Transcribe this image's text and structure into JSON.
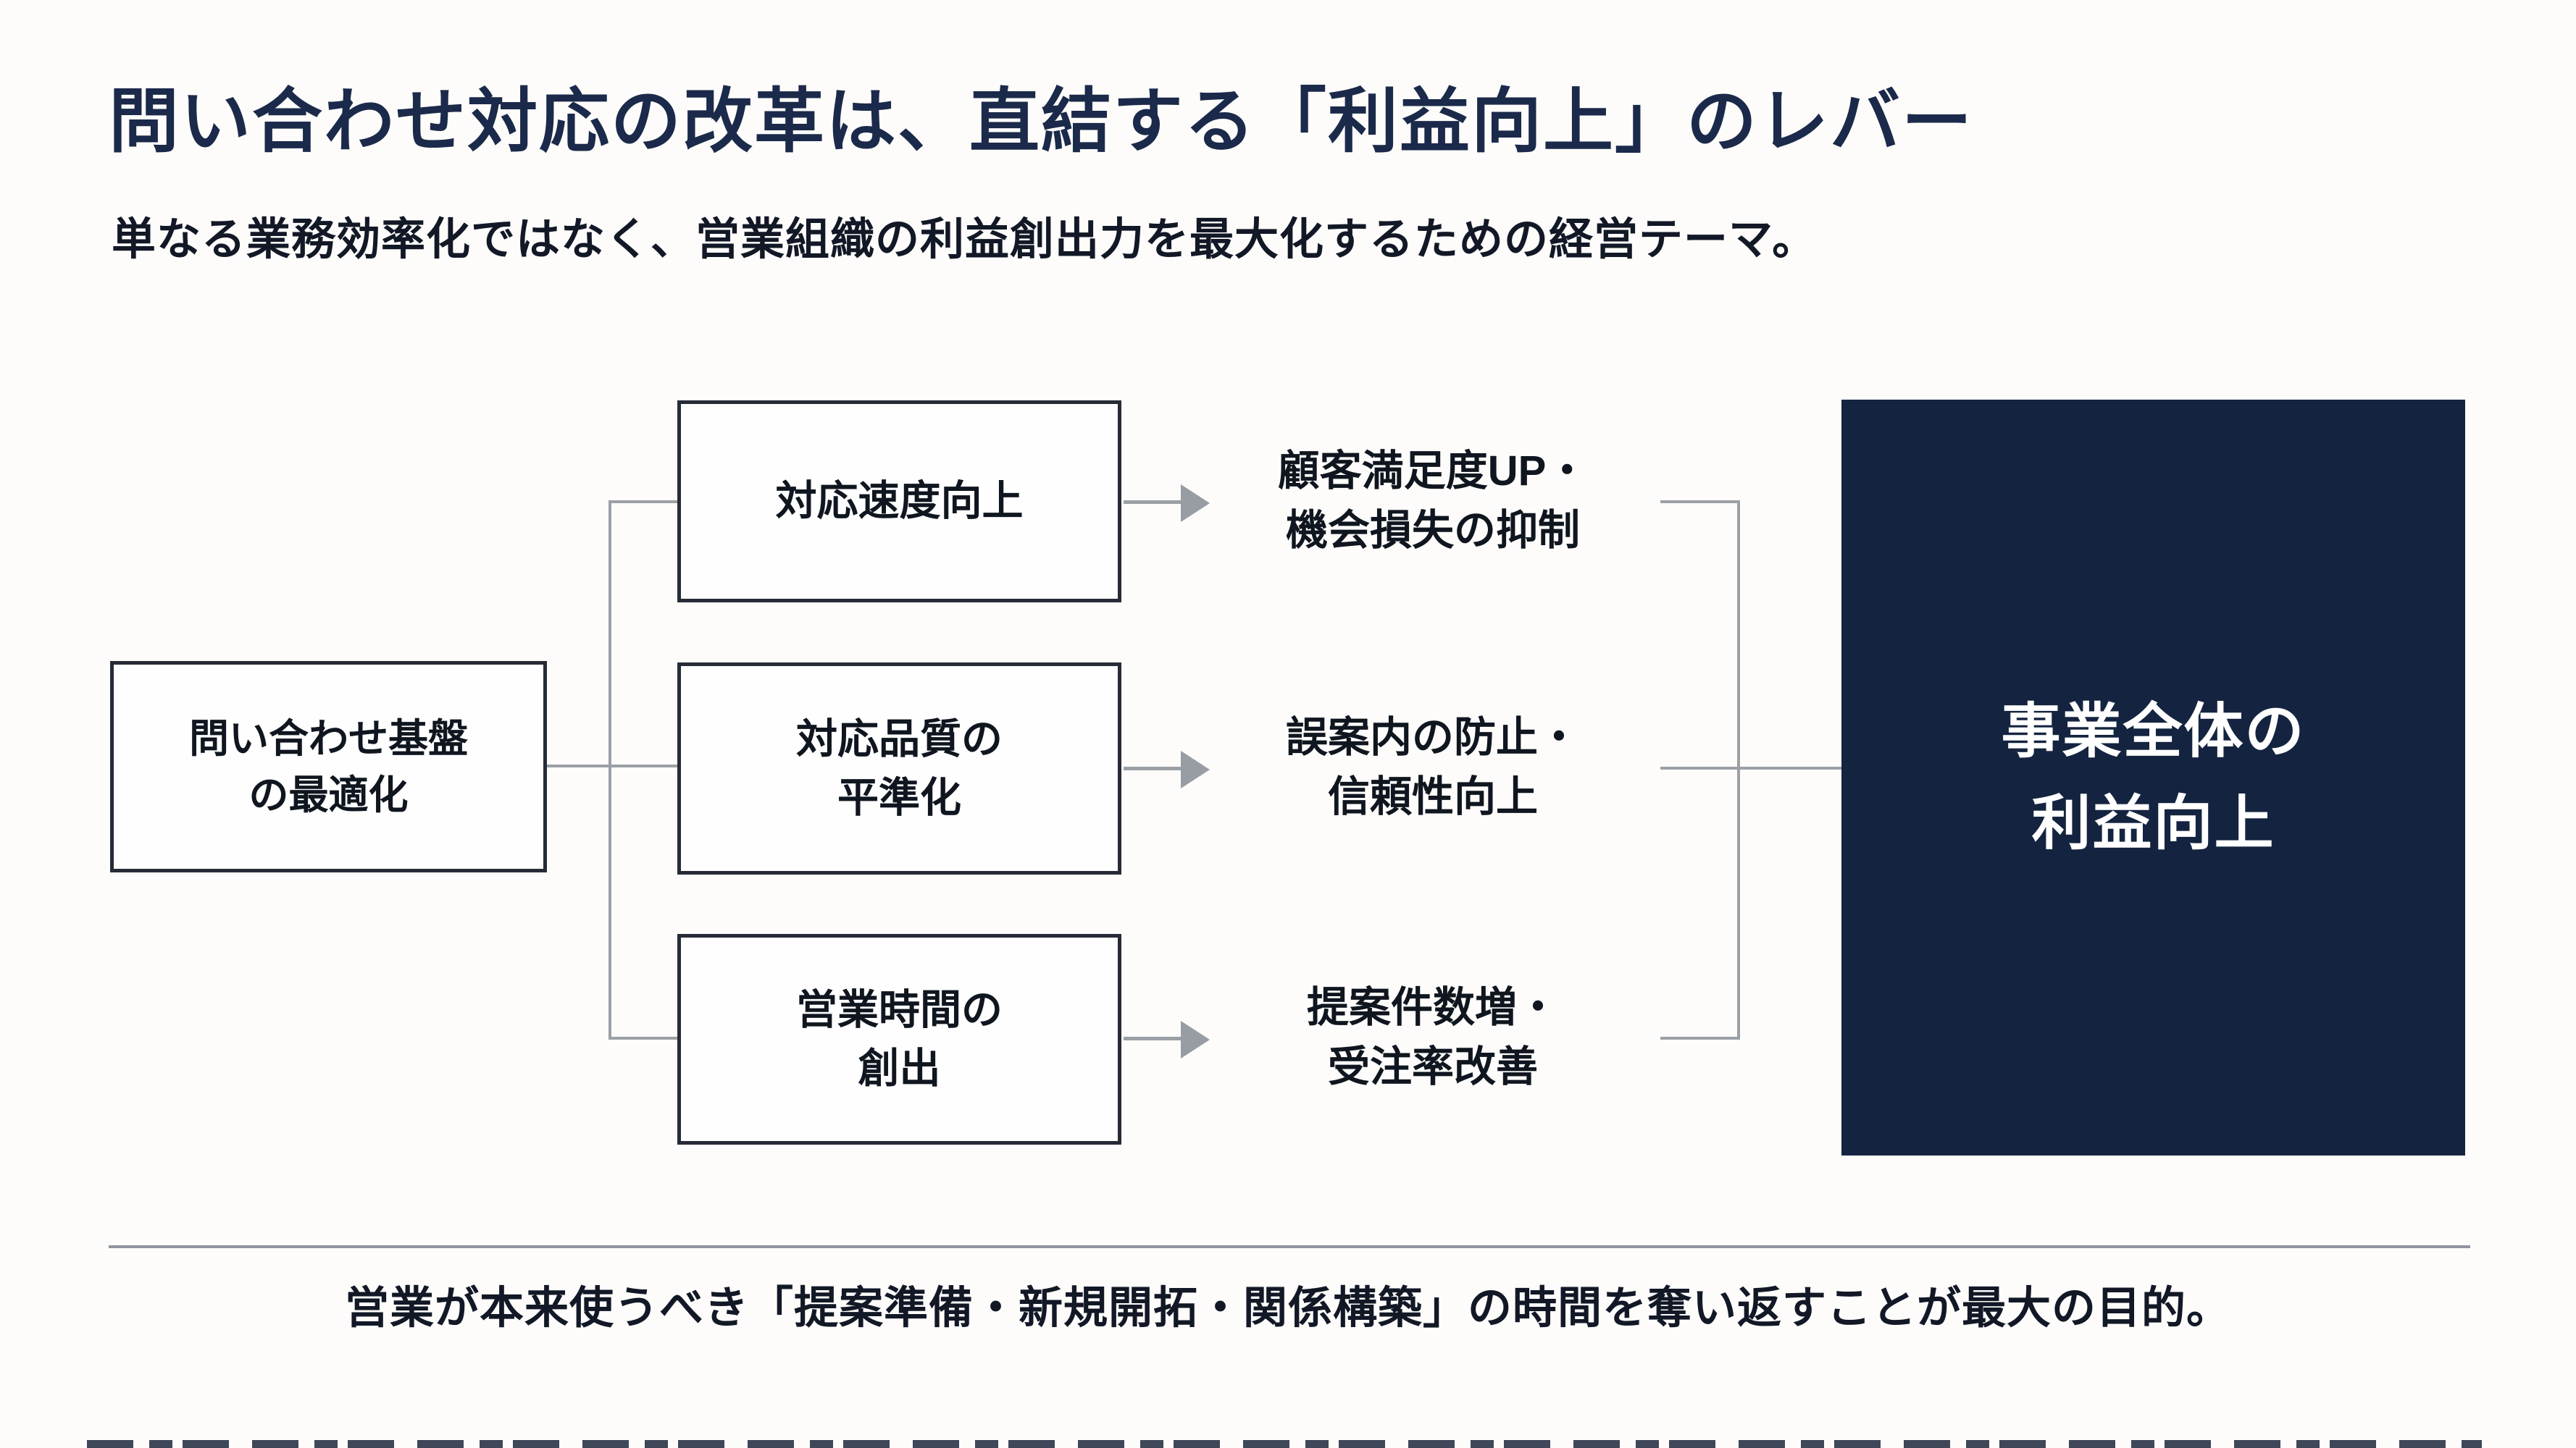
{
  "slide": {
    "title": "問い合わせ対応の改革は、直結する「利益向上」のレバー",
    "subtitle": "単なる業務効率化ではなく、営業組織の利益創出力を最大化するための経営テーマ。",
    "footer": "営業が本来使うべき「提案準備・新規開拓・関係構築」の時間を奪い返すことが最大の目的。"
  },
  "diagram": {
    "source_box": {
      "line1": "問い合わせ基盤",
      "line2": "の最適化"
    },
    "mid_boxes": [
      {
        "line1": "対応速度向上",
        "line2": ""
      },
      {
        "line1": "対応品質の",
        "line2": "平準化"
      },
      {
        "line1": "営業時間の",
        "line2": "創出"
      }
    ],
    "outcomes": [
      {
        "line1": "顧客満足度UP・",
        "line2": "機会損失の抑制"
      },
      {
        "line1": "誤案内の防止・",
        "line2": "信頼性向上"
      },
      {
        "line1": "提案件数増・",
        "line2": "受注率改善"
      }
    ],
    "result_box": {
      "line1": "事業全体の",
      "line2": "利益向上"
    }
  },
  "colors": {
    "background": "#fdfcfa",
    "title_text": "#1b2a4a",
    "body_text": "#10161f",
    "box_border": "#262b36",
    "connector_gray": "#9b9fa6",
    "result_box_bg": "#142440",
    "result_box_text": "#ffffff"
  }
}
